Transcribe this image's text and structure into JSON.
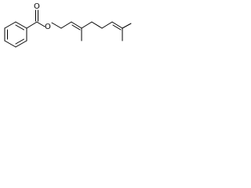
{
  "diagram": {
    "type": "skeletal-structural-formula",
    "atoms": {
      "carbonyl_oxygen": "O",
      "ester_oxygen": "O"
    },
    "colors": {
      "bond": "#000000",
      "background": "#ffffff"
    }
  }
}
